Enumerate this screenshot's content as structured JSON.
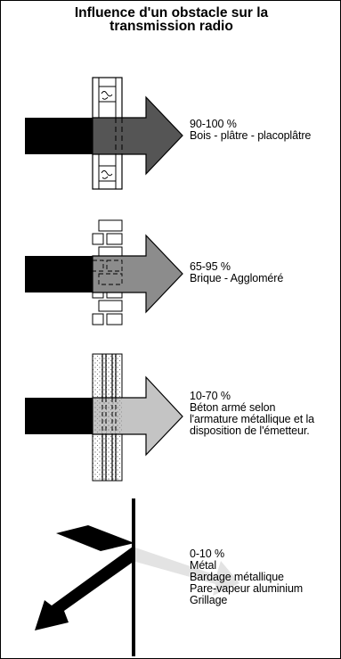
{
  "title": {
    "line1": "Influence d'un obstacle sur la",
    "line2": "transmission radio"
  },
  "obstacles": [
    {
      "percent": "90-100 %",
      "lines": [
        "Bois - plâtre - placoplâtre"
      ]
    },
    {
      "percent": "65-95 %",
      "lines": [
        "Brique - Aggloméré"
      ]
    },
    {
      "percent": "10-70 %",
      "lines": [
        "Béton armé selon",
        "l'armature métallique et la",
        "disposition de l'émetteur."
      ]
    },
    {
      "percent": "0-10 %",
      "lines": [
        "Métal",
        "Bardage métallique",
        "Pare-vapeur aluminium",
        "Grillage"
      ]
    }
  ],
  "colors": {
    "arrow_in": "#000000",
    "wood_out": "#555555",
    "brick_out": "#8c8c8c",
    "concrete_out": "#c4c4c4",
    "metal_out": "#e3e3e3"
  }
}
